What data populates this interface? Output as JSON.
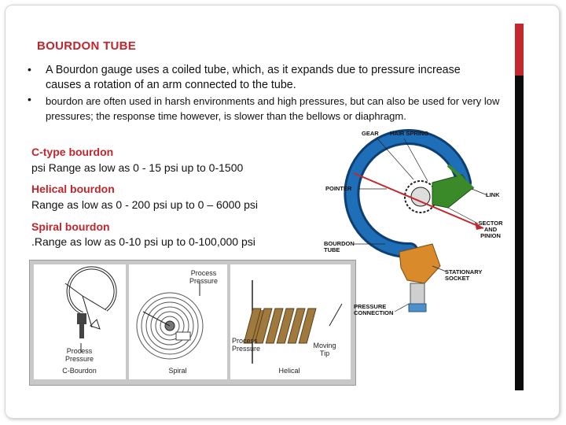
{
  "slide": {
    "title": "BOURDON TUBE",
    "bullets": [
      "A Bourdon gauge uses a coiled tube, which, as it expands due to pressure increase causes a  rotation of an arm connected to the tube.",
      "bourdon are often used in harsh environments and high pressures, but can also be used for very low pressures; the response time however, is slower than the bellows or diaphragm."
    ],
    "sections": [
      {
        "heading": "C-type bourdon",
        "body": "psi  Range as low as 0 - 15 psi up to 0-1500"
      },
      {
        "heading": "Helical bourdon",
        "body": "Range as low as 0 - 200 psi up to 0 – 6000 psi"
      },
      {
        "heading": "Spiral bourdon",
        "body": ".Range as low as 0-10 psi up to 0-100,000 psi"
      }
    ]
  },
  "small_diagrams": {
    "c_caption": "C-Bourdon",
    "c_pressure": "Process Pressure",
    "spiral_caption": "Spiral",
    "spiral_pressure": "Process Pressure",
    "helical_caption": "Helical",
    "helical_pressure": "Process Pressure",
    "helical_tip": "Moving Tip"
  },
  "large_diagram": {
    "gear": "GEAR",
    "hair_spring": "HAIR SPRING",
    "pointer": "POINTER",
    "link": "LINK",
    "sector_pinion": "SECTOR AND PINION",
    "bourdon_tube": "BOURDON TUBE",
    "stationary_socket": "STATIONARY SOCKET",
    "pressure_connection": "PRESSURE CONNECTION"
  },
  "colors": {
    "title_red": "#c0262c",
    "accent_bar_red": "#c2282d",
    "tube_blue": "#1e6fb8",
    "socket_orange": "#d98a2b",
    "link_green": "#3a8a2a"
  }
}
